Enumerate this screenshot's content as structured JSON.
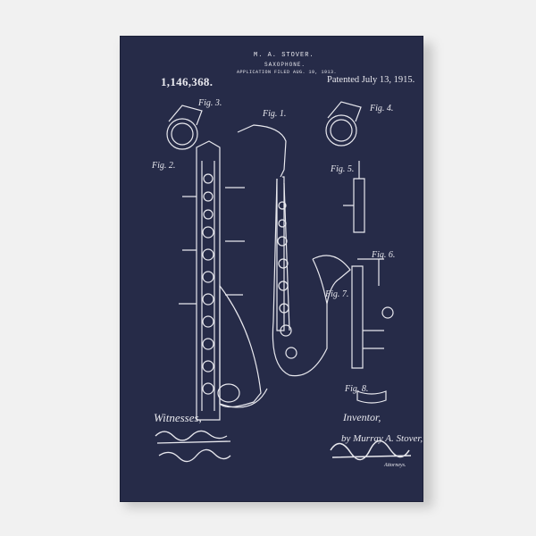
{
  "patent": {
    "number": "1,146,368.",
    "inventor_name": "M. A. STOVER.",
    "title": "SAXOPHONE.",
    "application": "APPLICATION FILED AUG. 19, 1913.",
    "patented": "Patented July 13, 1915."
  },
  "figures": {
    "fig1": "Fig. 1.",
    "fig2": "Fig. 2.",
    "fig3": "Fig. 3.",
    "fig4": "Fig. 4.",
    "fig5": "Fig. 5.",
    "fig6": "Fig. 6.",
    "fig7": "Fig. 7.",
    "fig8": "Fig. 8."
  },
  "footer": {
    "witnesses": "Witnesses,",
    "inventor_label": "Inventor,",
    "by_line": "by Murray A. Stover,",
    "attorneys": "Attorneys."
  },
  "colors": {
    "background": "#f1f1f1",
    "panel": "#262b48",
    "ink": "#e8e8ee"
  }
}
